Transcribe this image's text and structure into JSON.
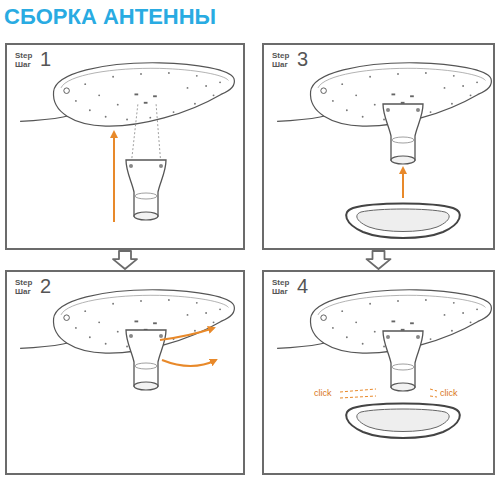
{
  "diagram": {
    "title": "СБОРКА АНТЕННЫ",
    "nodes": [
      {
        "text": [
          "Step",
          "Шаг",
          "1"
        ]
      },
      {
        "text": [
          "Step",
          "Шаг",
          "3"
        ]
      },
      {
        "text": [
          "Step",
          "Шаг",
          "2"
        ]
      },
      {
        "text": [
          "Step",
          "Шаг",
          "4"
        ]
      }
    ],
    "edges": [
      {
        "from": 0,
        "to": 2,
        "arrow": "to"
      },
      {
        "from": 1,
        "to": 3,
        "arrow": "to"
      }
    ],
    "labels": [
      "click",
      "click"
    ]
  }
}
